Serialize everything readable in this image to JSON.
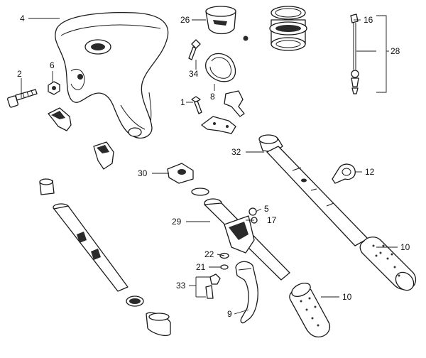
{
  "callouts": {
    "c4": "4",
    "c2": "2",
    "c6": "6",
    "c26": "26",
    "c16": "16",
    "c28": "28",
    "c34": "34",
    "c8": "8",
    "c1": "1",
    "c32": "32",
    "c12": "12",
    "c30": "30",
    "c5": "5",
    "c29": "29",
    "c17": "17",
    "c10a": "10",
    "c22": "22",
    "c21": "21",
    "c33": "33",
    "c10b": "10",
    "c9": "9"
  }
}
